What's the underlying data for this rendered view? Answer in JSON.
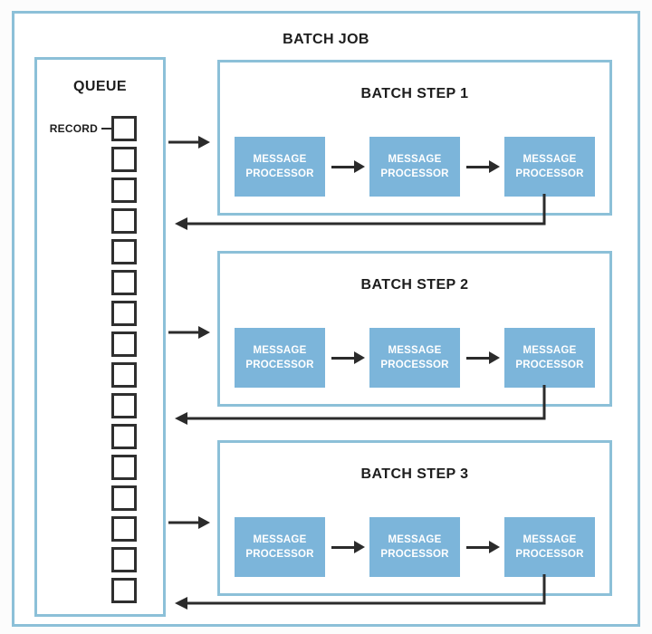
{
  "diagram": {
    "title": "BATCH JOB",
    "queue": {
      "label": "QUEUE",
      "record_label": "RECORD",
      "record_count": 16
    },
    "steps": [
      {
        "label": "BATCH STEP 1",
        "processors": [
          "MESSAGE PROCESSOR",
          "MESSAGE PROCESSOR",
          "MESSAGE PROCESSOR"
        ]
      },
      {
        "label": "BATCH STEP 2",
        "processors": [
          "MESSAGE PROCESSOR",
          "MESSAGE PROCESSOR",
          "MESSAGE PROCESSOR"
        ]
      },
      {
        "label": "BATCH STEP 3",
        "processors": [
          "MESSAGE PROCESSOR",
          "MESSAGE PROCESSOR",
          "MESSAGE PROCESSOR"
        ]
      }
    ],
    "colors": {
      "box_border": "#8cc0d8",
      "processor_fill": "#7cb5da",
      "line": "#2b2b2b",
      "text": "#1d1d1d",
      "processor_text": "#ffffff"
    }
  }
}
